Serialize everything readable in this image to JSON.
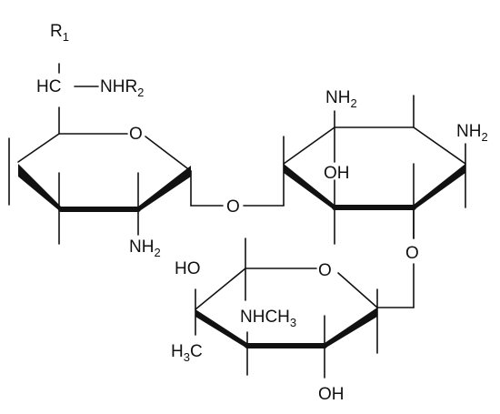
{
  "labels": {
    "r1": "R",
    "r1_sub": "1",
    "hc": "HC",
    "nhr2": "NHR",
    "nhr2_sub": "2",
    "ring1_o": "O",
    "ring1_nh2": "NH",
    "ring1_nh2_sub": "2",
    "link1_o": "O",
    "ring2_nh2_top": "NH",
    "ring2_nh2_top_sub": "2",
    "ring2_oh": "OH",
    "ring2_nh2_right": "NH",
    "ring2_nh2_right_sub": "2",
    "link2_o": "O",
    "ring3_o": "O",
    "ring3_ho": "HO",
    "ring3_nhch3": "NHCH",
    "ring3_nhch3_sub": "3",
    "ring3_h3c": "H",
    "ring3_h3c_sub": "3",
    "ring3_h3c_c": "C",
    "ring3_oh": "OH"
  }
}
